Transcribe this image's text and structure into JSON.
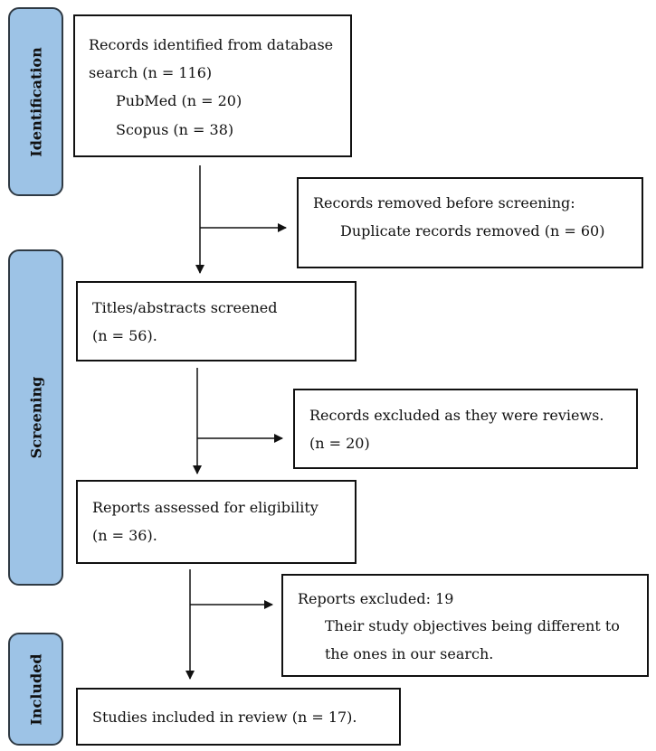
{
  "stages": {
    "identification": "Identification",
    "screening": "Screening",
    "included": "Included"
  },
  "boxes": {
    "identified": {
      "line1": "Records identified from database",
      "line2": "search (n = 116)",
      "line3": "PubMed (n = 20)",
      "line4": "Scopus (n = 38)"
    },
    "removed": {
      "line1": "Records removed before screening:",
      "line2": "Duplicate records removed (n = 60)"
    },
    "screened": {
      "line1": "Titles/abstracts screened",
      "line2": "(n = 56)."
    },
    "excluded_reviews": {
      "line1": "Records excluded as they were reviews.",
      "line2": "(n = 20)"
    },
    "assessed": {
      "line1": "Reports assessed for eligibility",
      "line2": "(n = 36)."
    },
    "reports_excluded": {
      "line1": "Reports excluded: 19",
      "line2": "Their study objectives being different to",
      "line3": "the ones in our search."
    },
    "included": {
      "line1": "Studies included in review (n = 17)."
    }
  },
  "colors": {
    "stage_fill": "#9dc3e6",
    "stage_border": "#2f3a44",
    "box_border": "#111111"
  }
}
